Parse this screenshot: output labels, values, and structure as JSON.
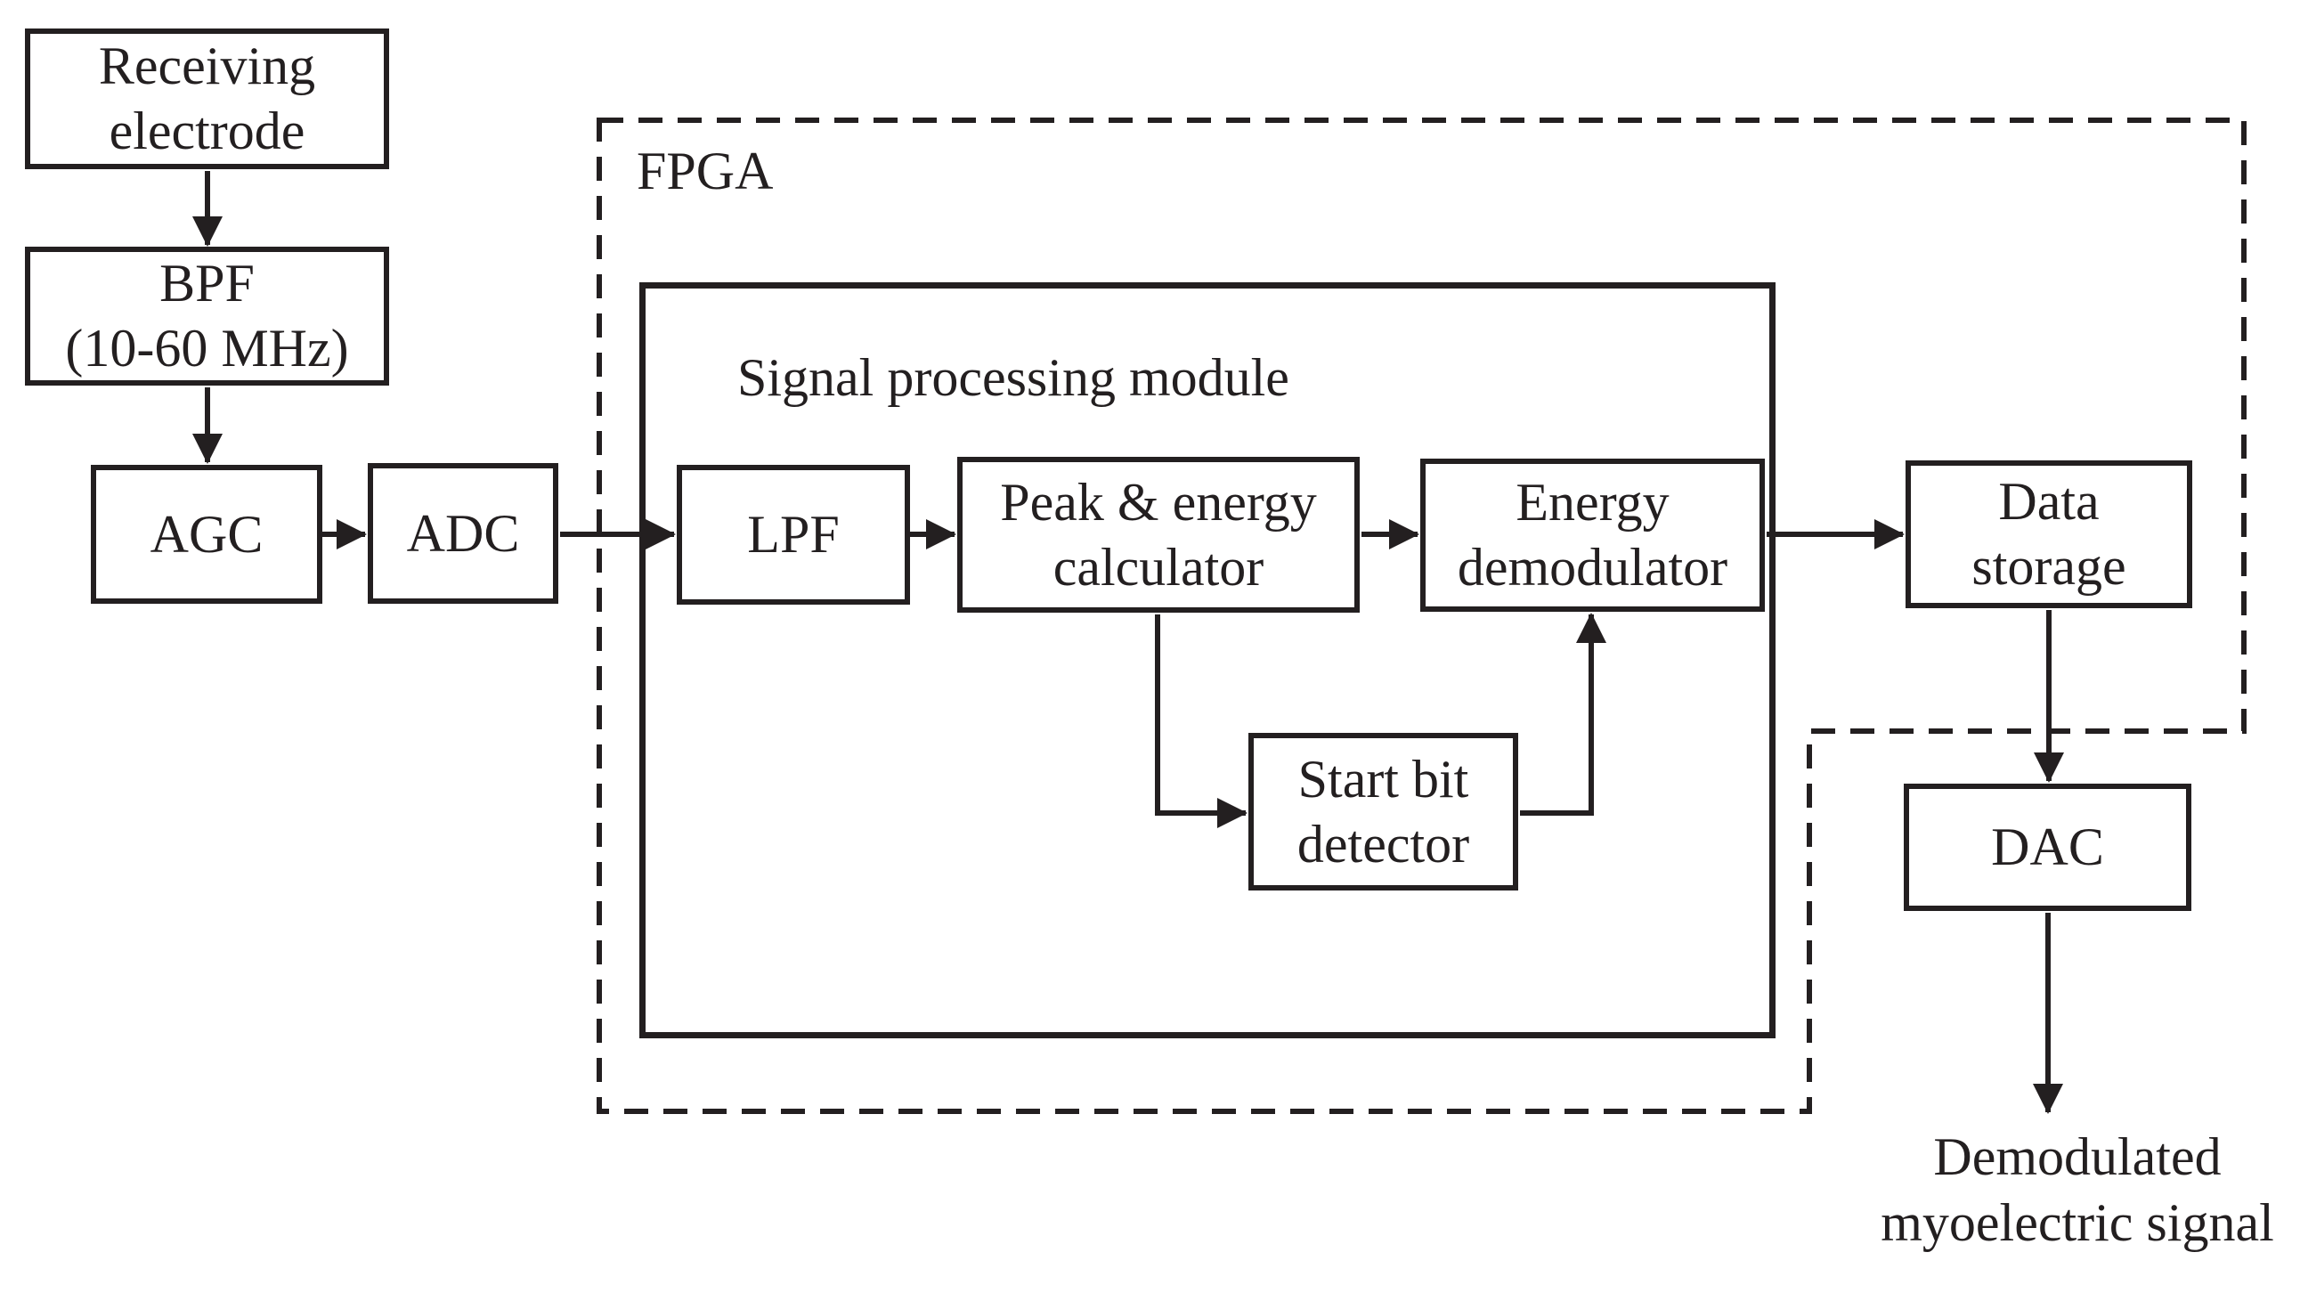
{
  "figure": {
    "type": "block-diagram",
    "description": "Receiver signal chain block diagram with FPGA region"
  },
  "fpga_label": "FPGA",
  "module_label": "Signal processing module",
  "nodes": {
    "receiving": {
      "line1": "Receiving",
      "line2": "electrode"
    },
    "bpf": {
      "line1": "BPF",
      "line2": "(10-60 MHz)"
    },
    "agc": {
      "line1": "AGC"
    },
    "adc": {
      "line1": "ADC"
    },
    "lpf": {
      "line1": "LPF"
    },
    "peak": {
      "line1": "Peak & energy",
      "line2": "calculator"
    },
    "demod": {
      "line1": "Energy",
      "line2": "demodulator"
    },
    "startbit": {
      "line1": "Start bit",
      "line2": "detector"
    },
    "storage": {
      "line1": "Data",
      "line2": "storage"
    },
    "dac": {
      "line1": "DAC"
    }
  },
  "output_caption": {
    "line1": "Demodulated",
    "line2": "myoelectric signal"
  },
  "colors": {
    "line": "#231f20",
    "background": "#ffffff"
  }
}
